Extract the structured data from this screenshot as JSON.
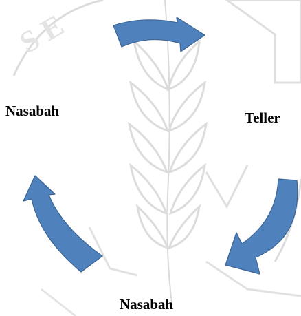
{
  "diagram": {
    "nodes": {
      "left": "Nasabah",
      "right": "Teller",
      "bottom": "Nasabah"
    },
    "edges": [
      {
        "from": "left",
        "to": "right"
      },
      {
        "from": "right",
        "to": "bottom"
      },
      {
        "from": "bottom",
        "to": "left"
      }
    ],
    "colors": {
      "arrow_fill": "#4f81bd",
      "arrow_stroke": "#3a6494",
      "watermark": "#d4d4d4"
    }
  }
}
